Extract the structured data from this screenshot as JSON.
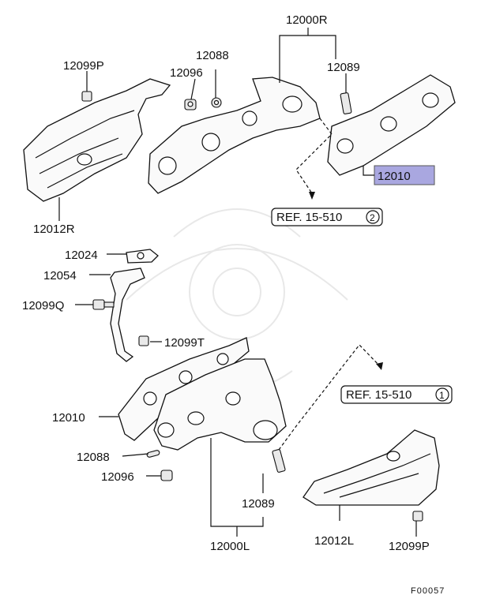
{
  "labels": {
    "heat_protector_right": "12012R",
    "bolt_top_left": "12099P",
    "nut_top": "12096",
    "gasket_top": "12088",
    "manifold_right": "12000R",
    "stud_top": "12089",
    "manifold_gasket_right": "12010",
    "gasket_egr": "12024",
    "egr_pipe": "12054",
    "bolt_egr_left": "12099Q",
    "bolt_egr_right": "12099T",
    "manifold_gasket_left": "12010",
    "gasket_left": "12088",
    "nut_left": "12096",
    "stud_left": "12089",
    "manifold_left": "12000L",
    "heat_protector_left": "12012L",
    "bolt_bottom_right": "12099P"
  },
  "refs": {
    "ref_upper_text": "REF. 15-510",
    "ref_upper_num": "2",
    "ref_lower_text": "REF. 15-510",
    "ref_lower_num": "1"
  },
  "figure_code": "F00057",
  "highlight_color": "#a9a7e0"
}
